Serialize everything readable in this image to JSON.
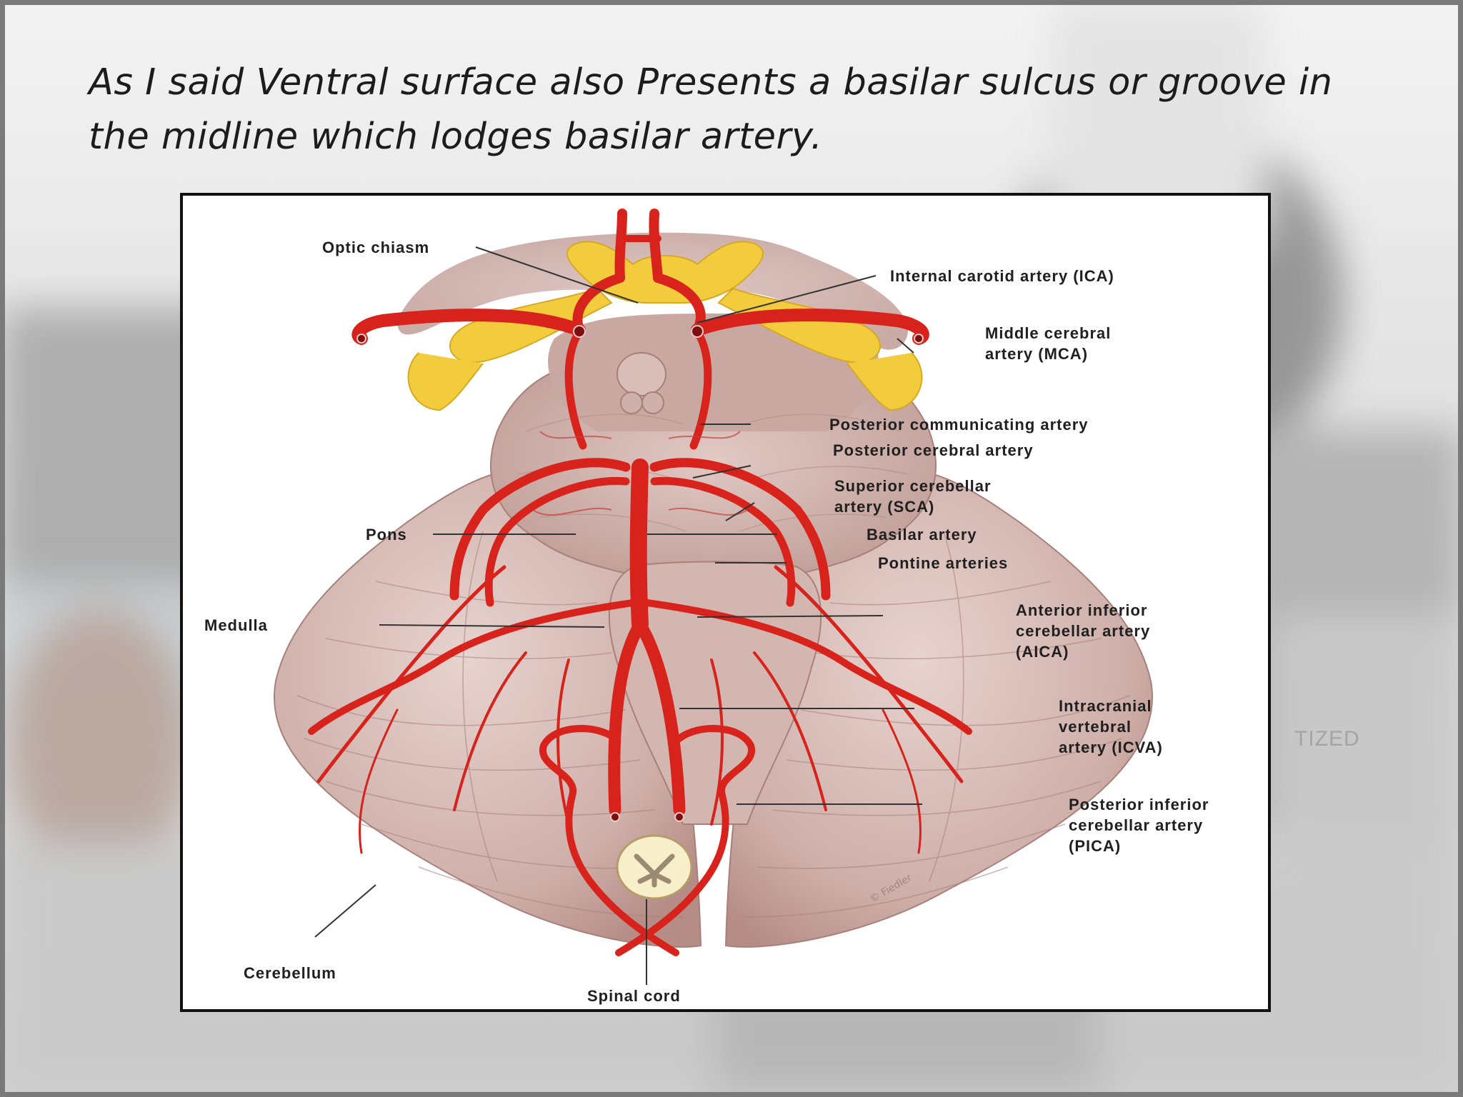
{
  "slide": {
    "title_lines": [
      "As I said Ventral surface also Presents a  basilar sulcus or groove in",
      "the midline which lodges basilar artery."
    ],
    "background_watermark": "TIZED"
  },
  "diagram": {
    "labels": {
      "optic_chiasm": "Optic chiasm",
      "ica": "Internal carotid artery (ICA)",
      "mca": [
        "Middle cerebral",
        "artery (MCA)"
      ],
      "pcomm": "Posterior communicating artery",
      "pca": "Posterior cerebral artery",
      "sca": [
        "Superior cerebellar",
        "artery (SCA)"
      ],
      "pons": "Pons",
      "basilar": "Basilar artery",
      "pontine": "Pontine arteries",
      "medulla": "Medulla",
      "aica": [
        "Anterior inferior",
        "cerebellar artery",
        "(AICA)"
      ],
      "icva": [
        "Intracranial",
        "vertebral",
        "artery (ICVA)"
      ],
      "pica": [
        "Posterior inferior",
        "cerebellar artery",
        "(PICA)"
      ],
      "cerebellum": "Cerebellum",
      "spinal_cord": "Spinal cord"
    }
  },
  "colors": {
    "artery": "#d8221c",
    "chiasm": "#f2cc3c",
    "brain_tissue": "#c49e98",
    "title_text": "#1c1c1c",
    "frame_border": "#111111"
  }
}
